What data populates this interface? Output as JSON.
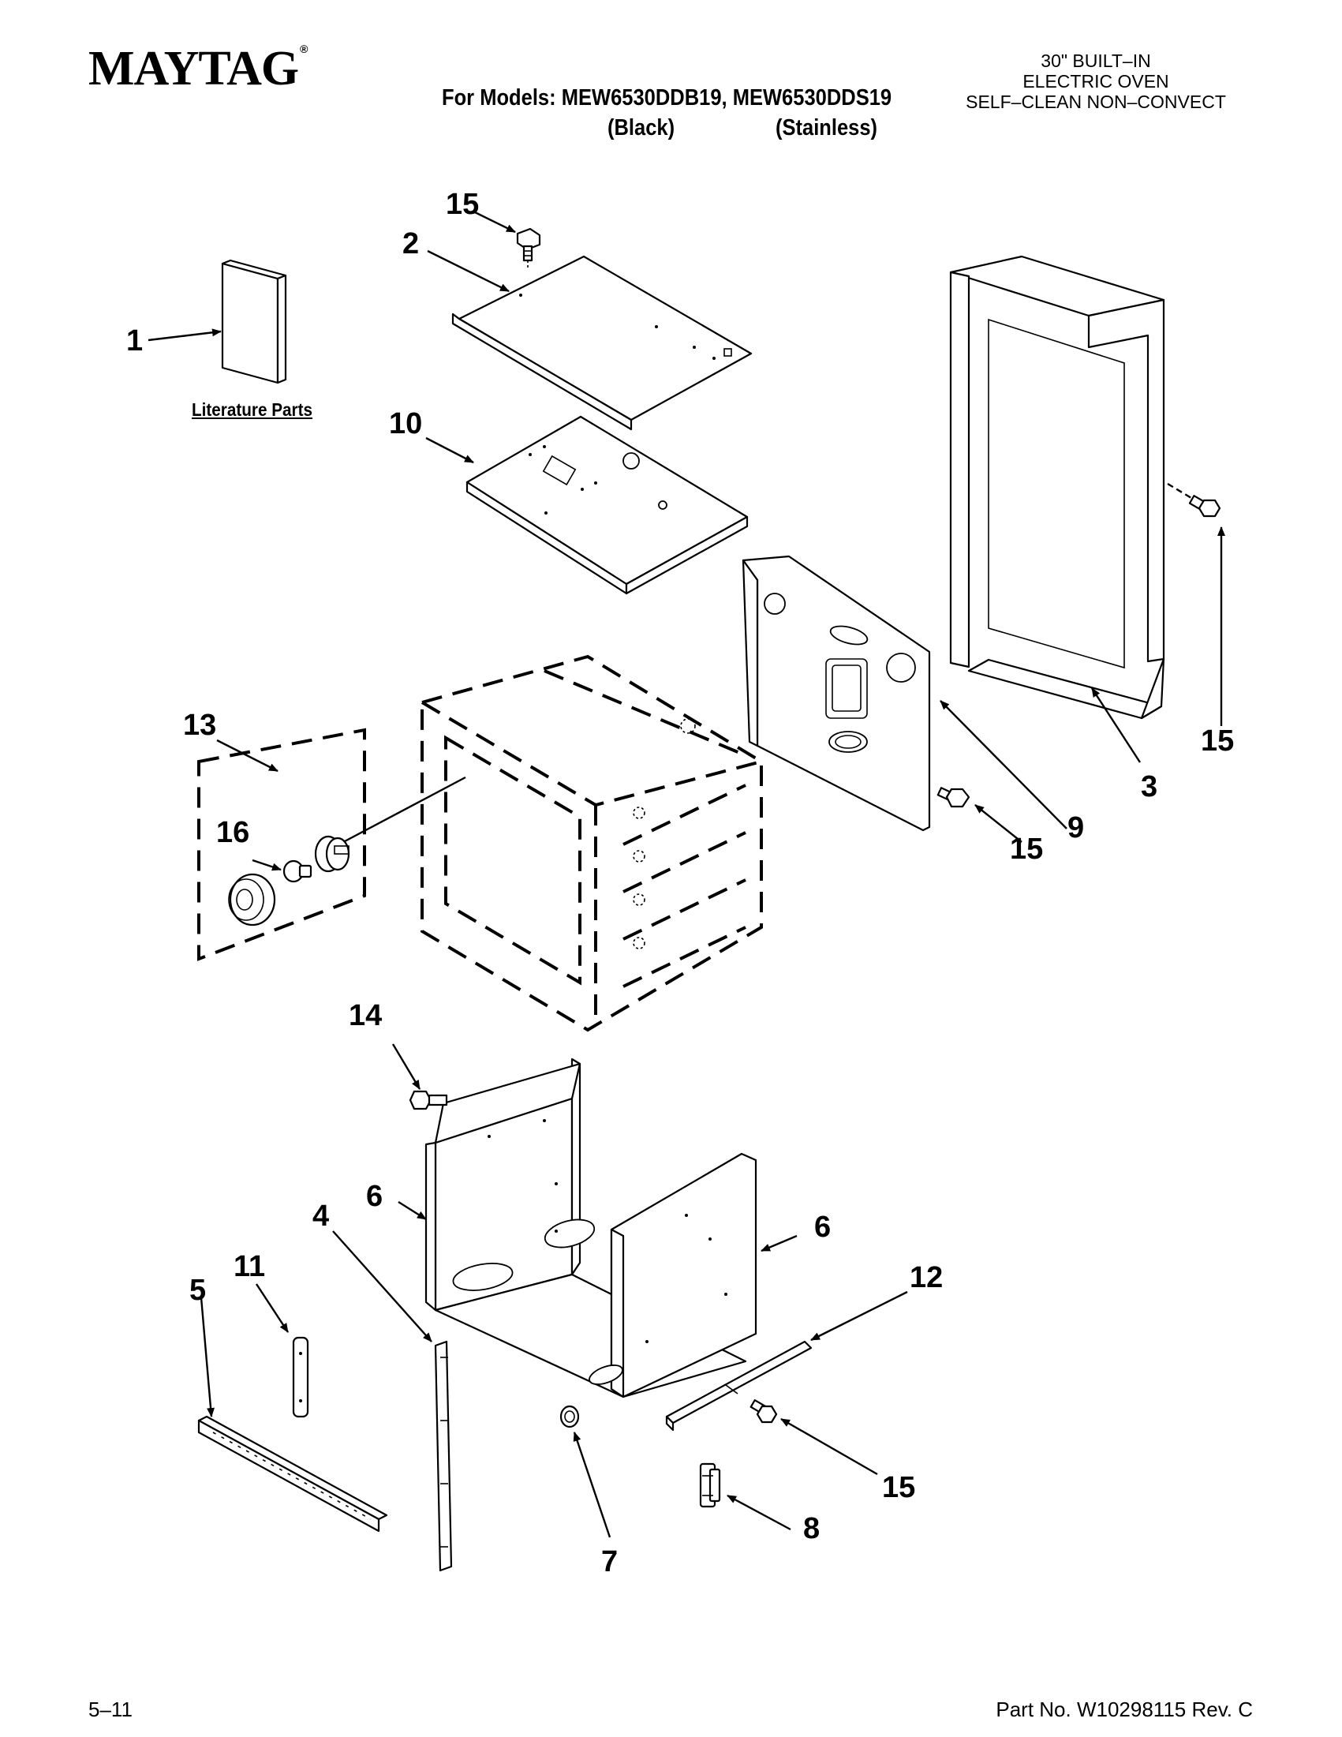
{
  "header": {
    "brand": "MAYTAG",
    "brand_mark": "®",
    "models_line": "For Models: MEW6530DDB19, MEW6530DDS19",
    "variant_black": "(Black)",
    "variant_stainless": "(Stainless)",
    "description": [
      "30\" BUILT–IN",
      "ELECTRIC OVEN",
      "SELF–CLEAN NON–CONVECT"
    ]
  },
  "diagram": {
    "literature_label": "Literature Parts",
    "callouts": {
      "c1": "1",
      "c2": "2",
      "c3": "3",
      "c4": "4",
      "c5": "5",
      "c6a": "6",
      "c6b": "6",
      "c7": "7",
      "c8": "8",
      "c9": "9",
      "c10": "10",
      "c11": "11",
      "c12": "12",
      "c13": "13",
      "c14": "14",
      "c15a": "15",
      "c15b": "15",
      "c15c": "15",
      "c15d": "15",
      "c16": "16"
    }
  },
  "footer": {
    "page": "5–11",
    "part_number": "Part No. W10298115 Rev. C"
  }
}
